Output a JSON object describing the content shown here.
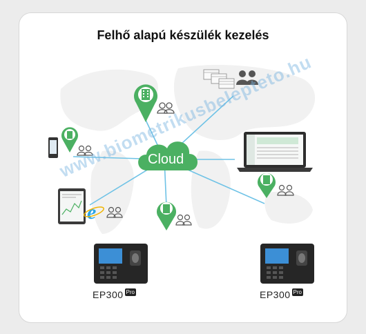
{
  "title": "Felhő alapú készülék kezelés",
  "cloud_label": "Cloud",
  "watermark": "www.biometrikusbelepteto.hu",
  "devices": [
    {
      "model": "EP300",
      "badge": "Pro"
    },
    {
      "model": "EP300",
      "badge": "Pro"
    }
  ],
  "colors": {
    "accent_green": "#4bb062",
    "line_blue": "#6ec2e6",
    "cloud_green": "#4bb062"
  },
  "icons": [
    "building-pin-icon",
    "users-icon",
    "spreadsheet-icon",
    "laptop-icon",
    "phone-icon",
    "tablet-icon",
    "browser-e-icon",
    "attendance-terminal-icon"
  ]
}
